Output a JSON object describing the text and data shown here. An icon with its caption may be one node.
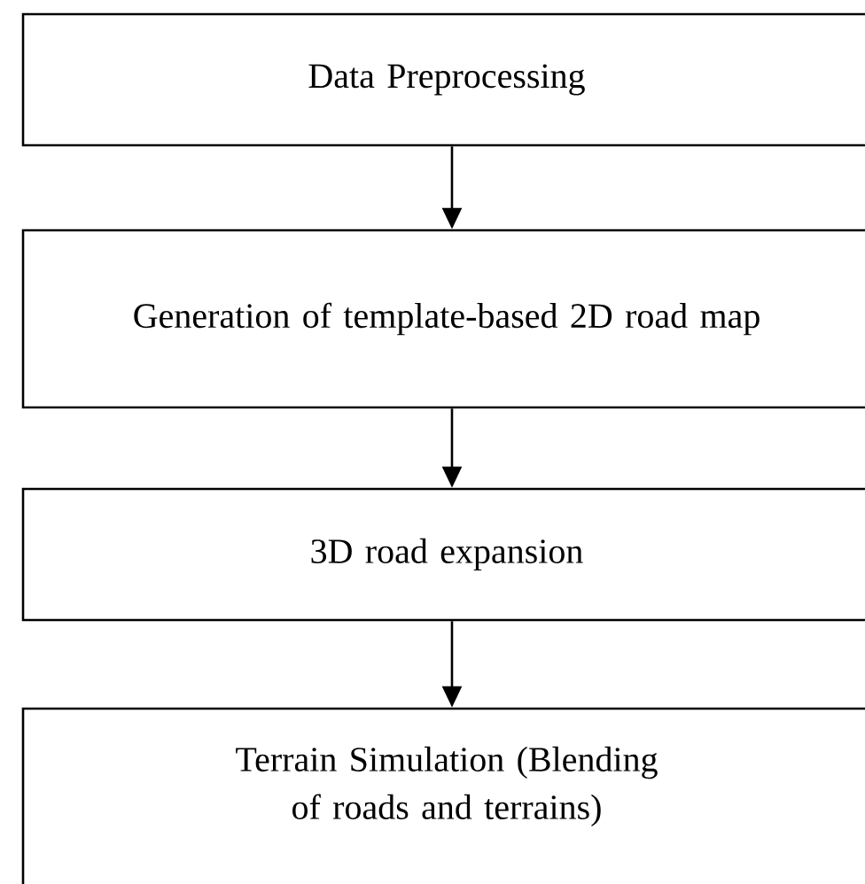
{
  "diagram": {
    "nodes": [
      {
        "text": [
          "Data Preprocessing"
        ]
      },
      {
        "text": [
          "Generation of template-based 2D road map"
        ]
      },
      {
        "text": [
          "3D road expansion"
        ]
      },
      {
        "text": [
          "Terrain Simulation (Blending of roads and terrains)"
        ]
      }
    ],
    "edges": [
      {
        "from": 0,
        "to": 1,
        "arrow": "to"
      },
      {
        "from": 1,
        "to": 2,
        "arrow": "to"
      },
      {
        "from": 2,
        "to": 3,
        "arrow": "to"
      }
    ]
  }
}
